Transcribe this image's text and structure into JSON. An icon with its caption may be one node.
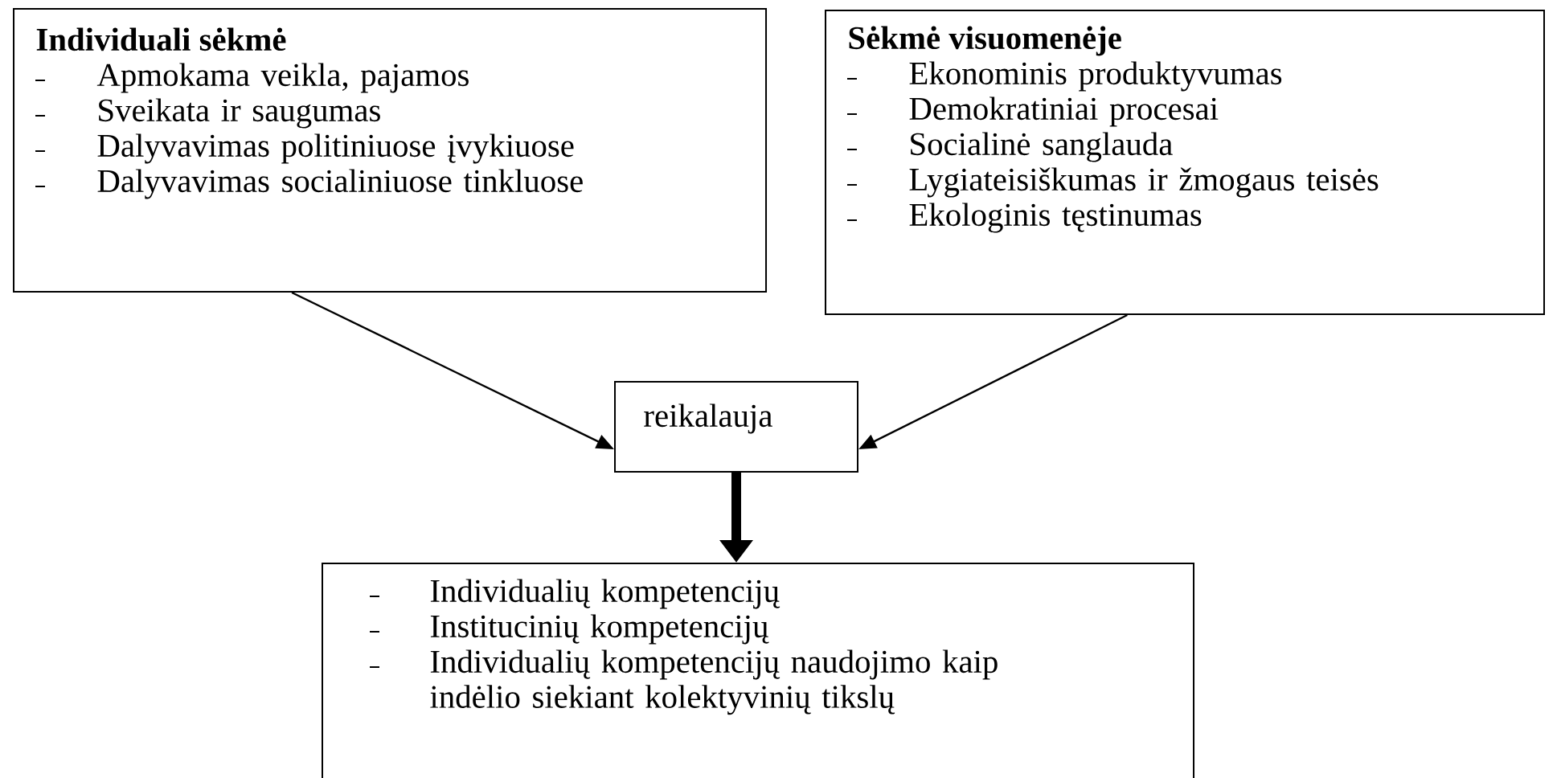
{
  "diagram": {
    "nodes": [
      {
        "text": [
          "Individuali sėkmė",
          "Apmokama veikla, pajamos",
          "Sveikata ir saugumas",
          "Dalyvavimas politiniuose įvykiuose",
          "Dalyvavimas socialiniuose tinkluose"
        ]
      },
      {
        "text": [
          "Sėkmė visuomenėje",
          "Ekonominis produktyvumas",
          "Demokratiniai procesai",
          "Socialinė sanglauda",
          "Lygiateisiškumas ir žmogaus teisės",
          "Ekologinis tęstinumas"
        ]
      },
      {
        "text": [
          "reikalauja"
        ]
      },
      {
        "text": [
          "Individualių kompetencijų",
          "Institucinių kompetencijų",
          "Individualių kompetencijų naudojimo kaip indėlio siekiant kolektyvinių tikslų"
        ]
      }
    ],
    "edges": [
      {
        "from": 0,
        "to": 2,
        "arrow": "to"
      },
      {
        "from": 1,
        "to": 2,
        "arrow": "to"
      },
      {
        "from": 2,
        "to": 3,
        "arrow": "to",
        "style": "thick"
      }
    ]
  }
}
